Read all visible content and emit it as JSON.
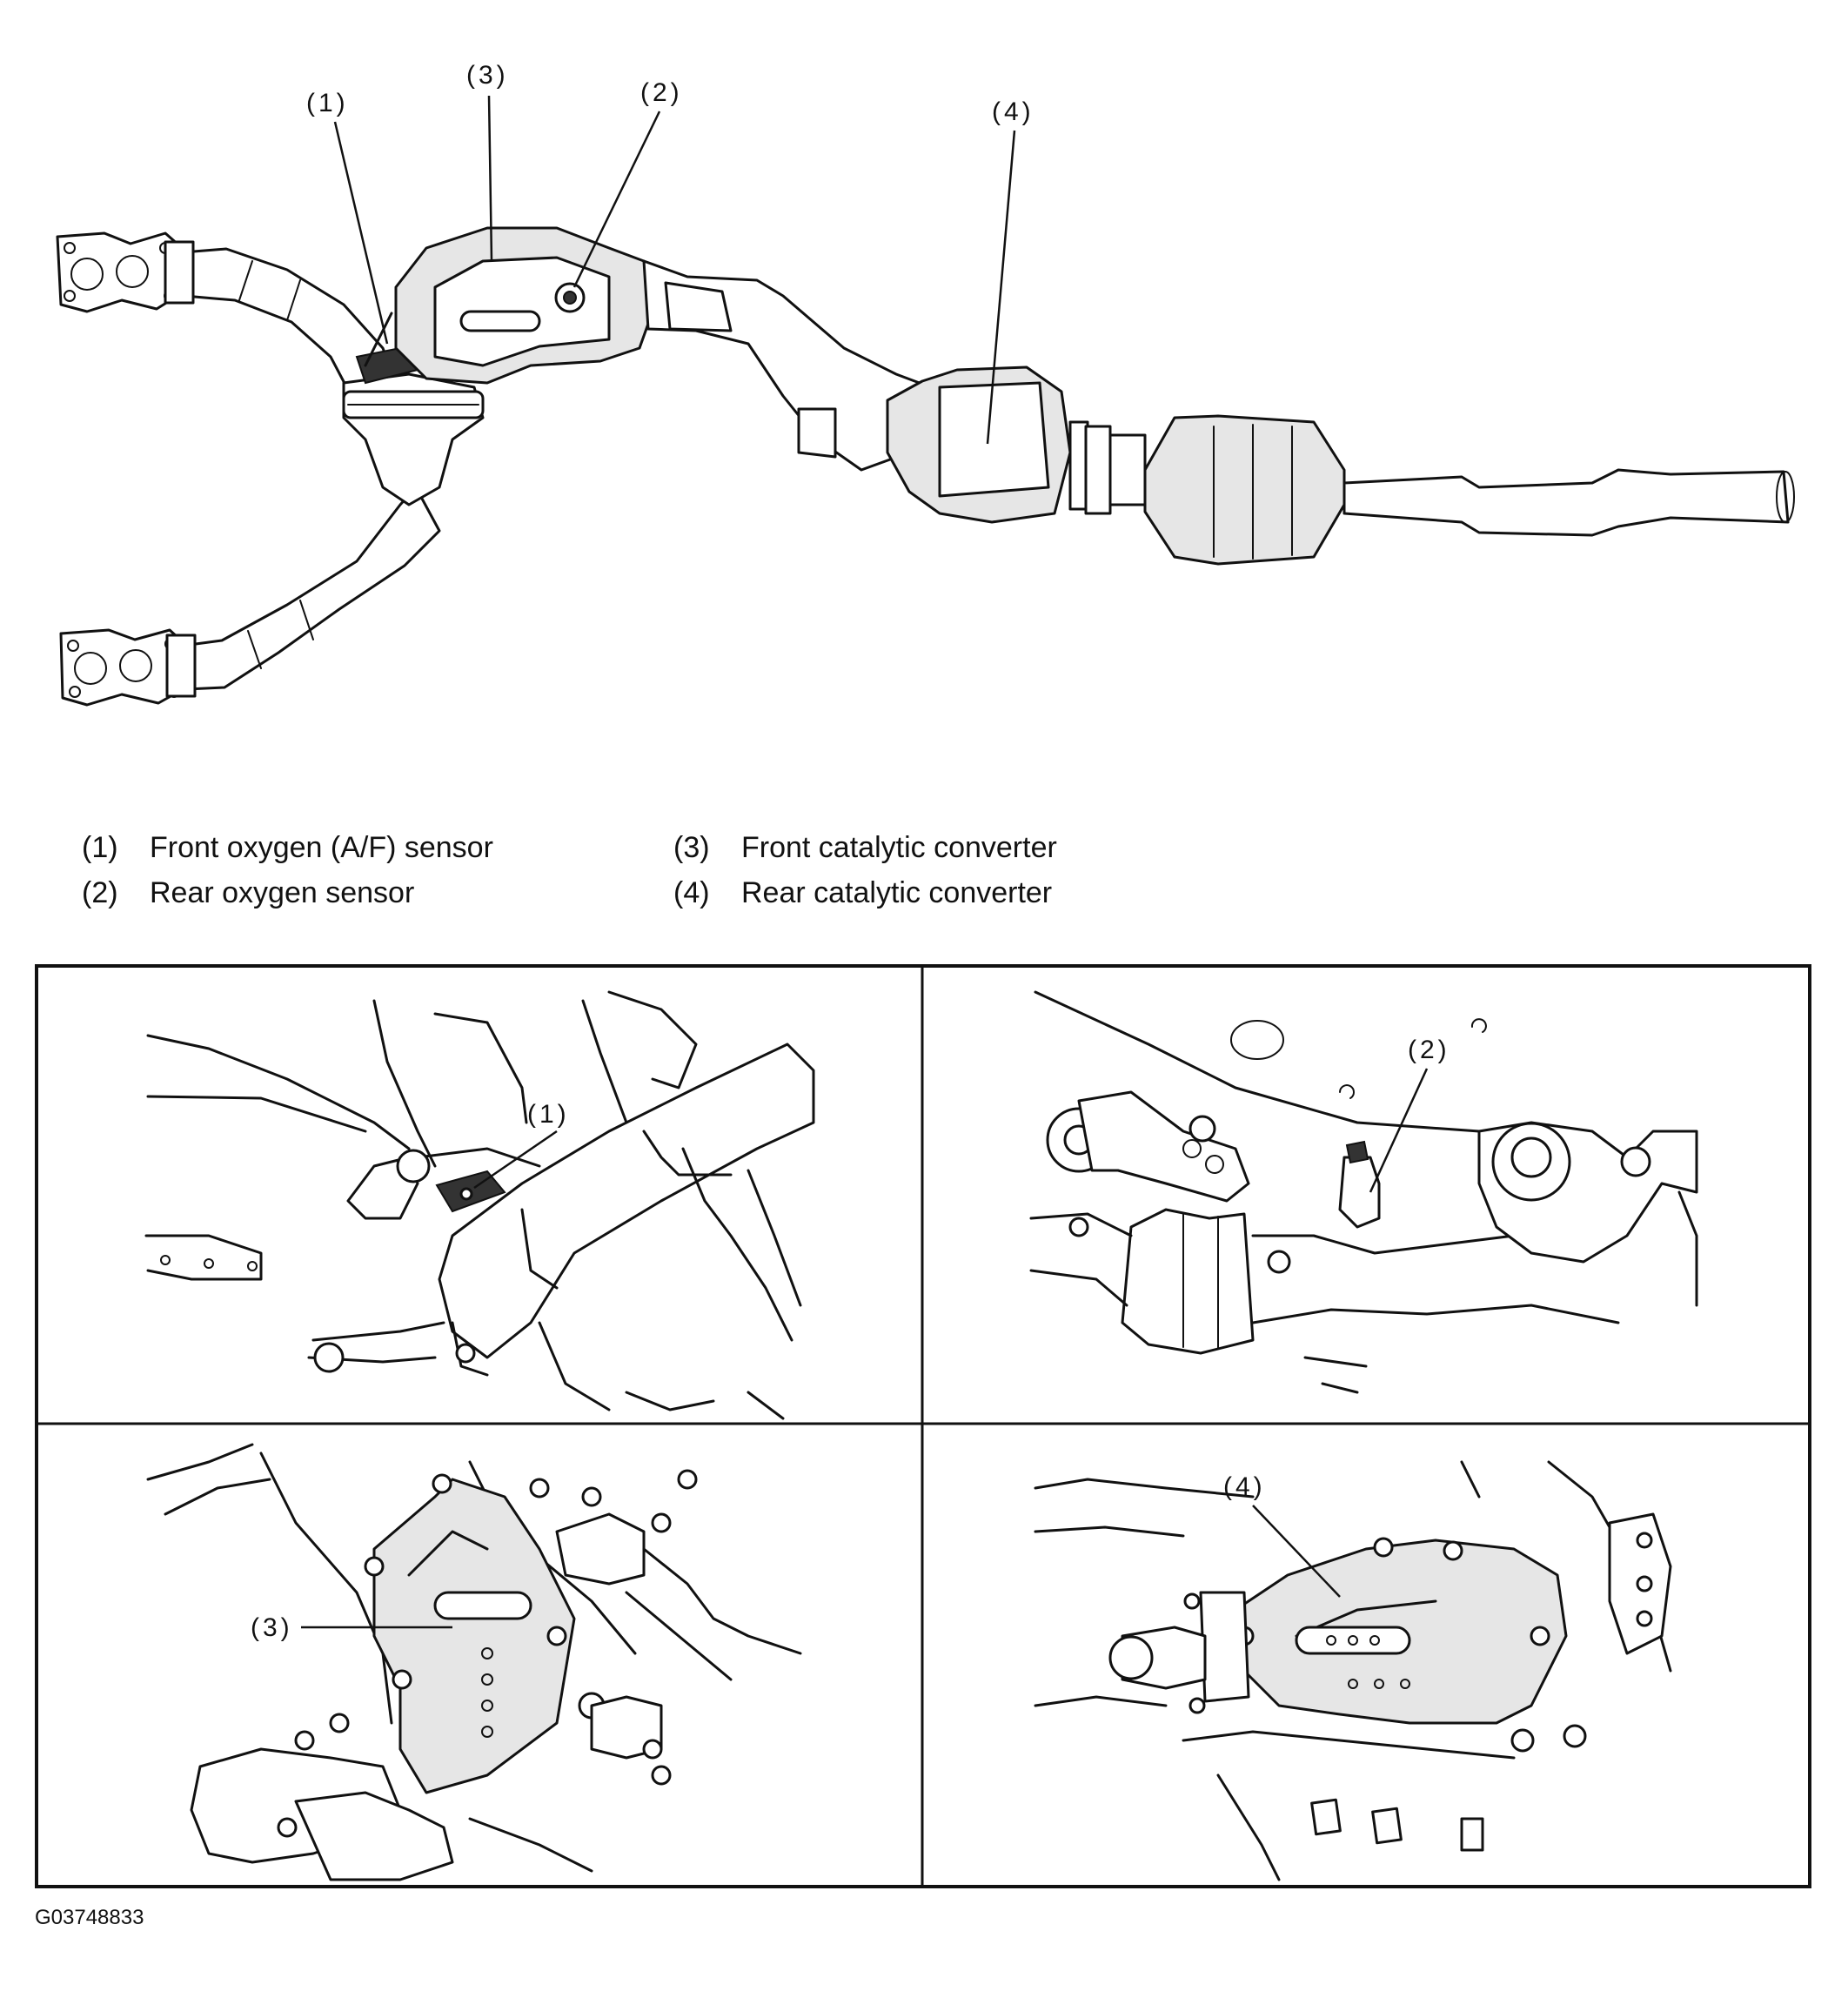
{
  "callouts": {
    "front_oxygen_sensor": "(1)",
    "rear_oxygen_sensor": "(2)",
    "front_catalytic_converter": "(3)",
    "rear_catalytic_converter": "(4)"
  },
  "legend": [
    {
      "num": "(1)",
      "label": "Front oxygen (A/F) sensor"
    },
    {
      "num": "(2)",
      "label": "Rear oxygen sensor"
    },
    {
      "num": "(3)",
      "label": "Front catalytic converter"
    },
    {
      "num": "(4)",
      "label": "Rear catalytic converter"
    }
  ],
  "panels": [
    {
      "callout": "(1)"
    },
    {
      "callout": "(2)"
    },
    {
      "callout": "(3)"
    },
    {
      "callout": "(4)"
    }
  ],
  "figure_id": "G03748833"
}
